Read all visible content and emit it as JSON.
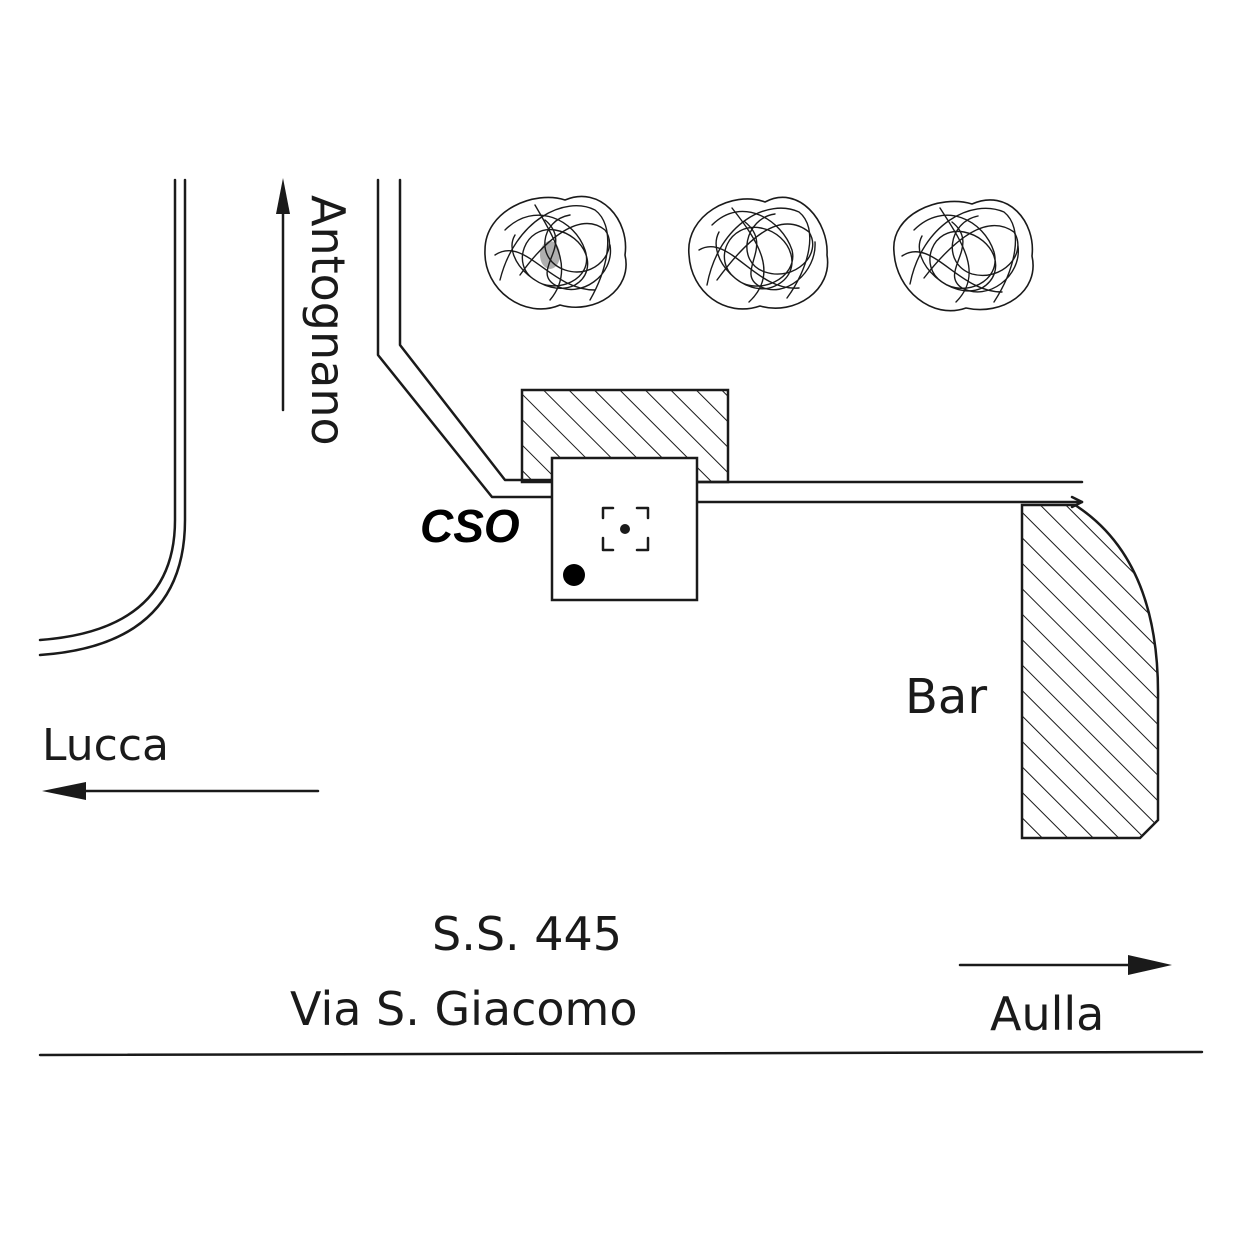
{
  "labels": {
    "side_road": "Antognano",
    "marker": "CSO",
    "bar": "Bar",
    "west_direction": "Lucca",
    "east_direction": "Aulla",
    "road_number": "S.S. 445",
    "road_name": "Via S. Giacomo"
  },
  "icons": {
    "trees": [
      "tree-scribble-icon",
      "tree-scribble-icon",
      "tree-scribble-icon"
    ],
    "camera": "camera-viewfinder-icon",
    "location": "location-dot-icon"
  },
  "colors": {
    "ink": "#1a1a1a",
    "paper": "#ffffff"
  }
}
